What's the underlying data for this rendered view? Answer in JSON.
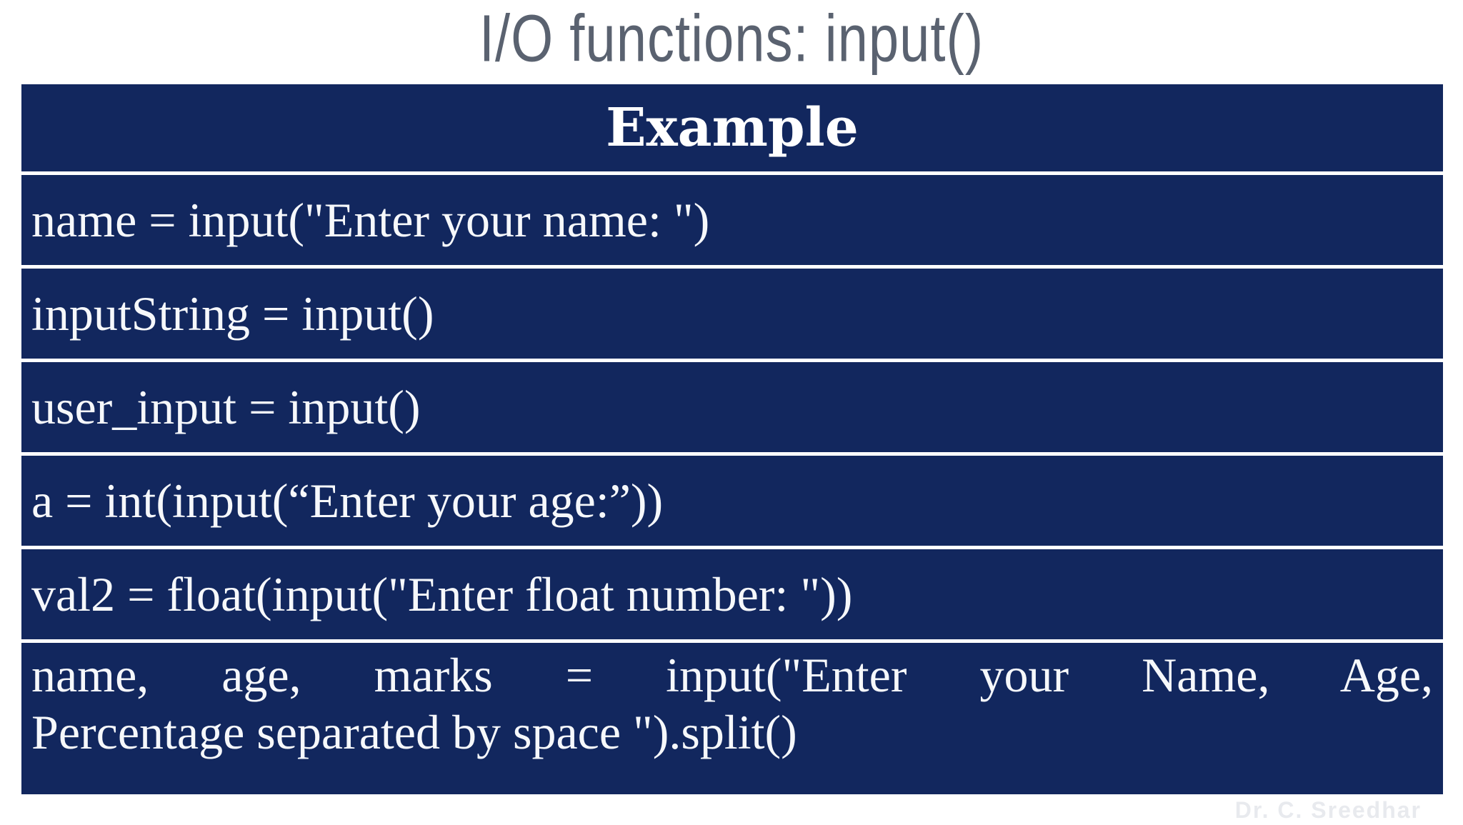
{
  "slide": {
    "title": "I/O functions: input()",
    "watermark": "Dr. C. Sreedhar"
  },
  "table": {
    "header": "Example",
    "rows": [
      {
        "code": "name = input(\"Enter your name: \")"
      },
      {
        "code": "inputString = input()"
      },
      {
        "code": "user_input = input()"
      },
      {
        "code": "a = int(input(“Enter your age:”))"
      },
      {
        "code": "val2 = float(input(\"Enter float number: \"))"
      },
      {
        "lines": [
          "name, age, marks = input(\"Enter your Name, Age,",
          "Percentage separated by space \").split()"
        ]
      }
    ]
  },
  "colors": {
    "table_navy": "#12275e",
    "row_divider_white": "#ffffff",
    "title_gray": "#5a6270",
    "row_text": "#f6f8fb",
    "header_text": "#ffffff",
    "watermark_gray": "#e8eaee"
  }
}
